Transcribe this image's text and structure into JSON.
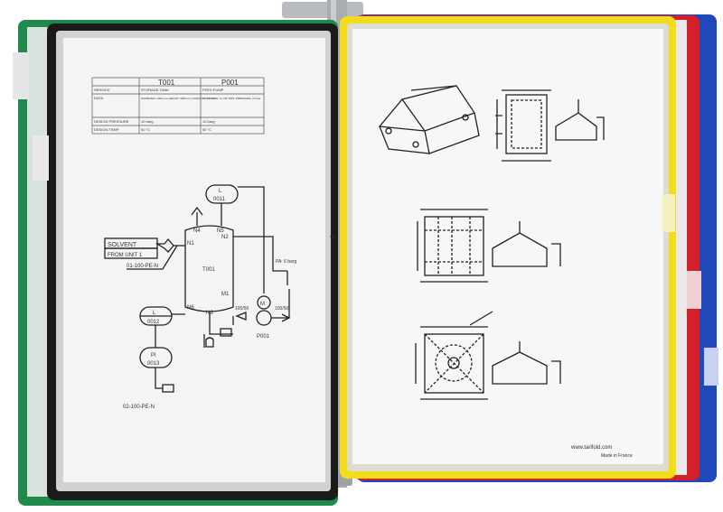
{
  "colors": {
    "green": "#1f8a4c",
    "black": "#1a1a1a",
    "yellow": "#f2dc1c",
    "red": "#d4202a",
    "blue": "#1f48b8",
    "hinge": "#9aa0a6"
  },
  "left_page": {
    "table": {
      "headers": [
        "",
        "T001",
        "P001"
      ],
      "rows": [
        [
          "SERVICE",
          "STORAGE TANK",
          "FEED PUMP"
        ],
        [
          "DATA",
          "DIAMETER: 1300 mm  HEIGHT: 3000 mm  CAPACITY: 2.5 m3",
          "FLOW RATE: 6 m3/h  DIFF. PRESSURE: 2.0 bar"
        ],
        [
          "DESIGN PRESSURE",
          "10 barg",
          "10 barg"
        ],
        [
          "DESIGN TEMP",
          "50 °C",
          "50 °C"
        ]
      ]
    },
    "diagram": {
      "solvent": "SOLVENT",
      "from_unit": "FROM UNIT 1",
      "line1": "01-100-PE-N",
      "line2": "02-100-PE-N",
      "tank": "T001",
      "nozzles": [
        "N1",
        "N2",
        "N3",
        "N4",
        "N5",
        "N6",
        "M1"
      ],
      "l1_tag": "L",
      "l1_num": "0011",
      "l2_tag": "L",
      "l2_num": "0012",
      "pi_tag": "PI",
      "pi_num": "0013",
      "psv": "PA: 6 barg",
      "pump": "P001",
      "motor": "M",
      "reducer1": "100/50",
      "reducer2": "100/50"
    }
  },
  "right_page": {
    "footer_url": "www.tarifold.com",
    "footer_made": "Made in France"
  }
}
